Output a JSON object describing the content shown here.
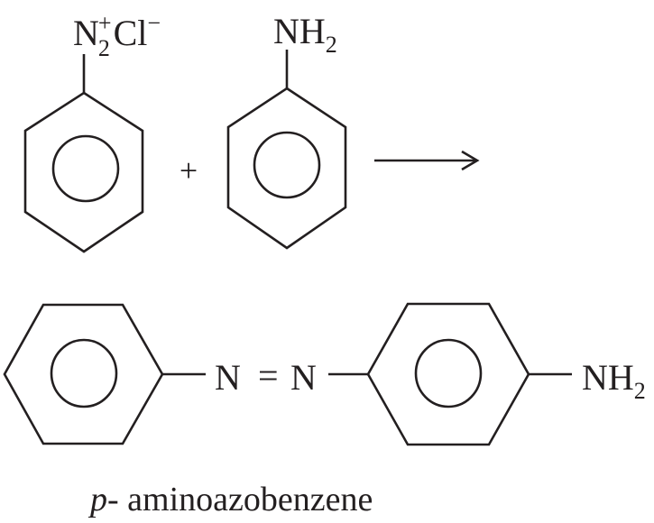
{
  "reactant1": {
    "atom": "N",
    "sub": "2",
    "sup": "+",
    "counter_ion": "Cl",
    "counter_charge": "−"
  },
  "plus_sign": "+",
  "reactant2": {
    "group": "NH",
    "sub": "2"
  },
  "product": {
    "n1": "N",
    "double_bond": "=",
    "n2": "N",
    "group": "NH",
    "sub": "2"
  },
  "caption": {
    "prefix": "p",
    "name": "- aminoazobenzene"
  }
}
